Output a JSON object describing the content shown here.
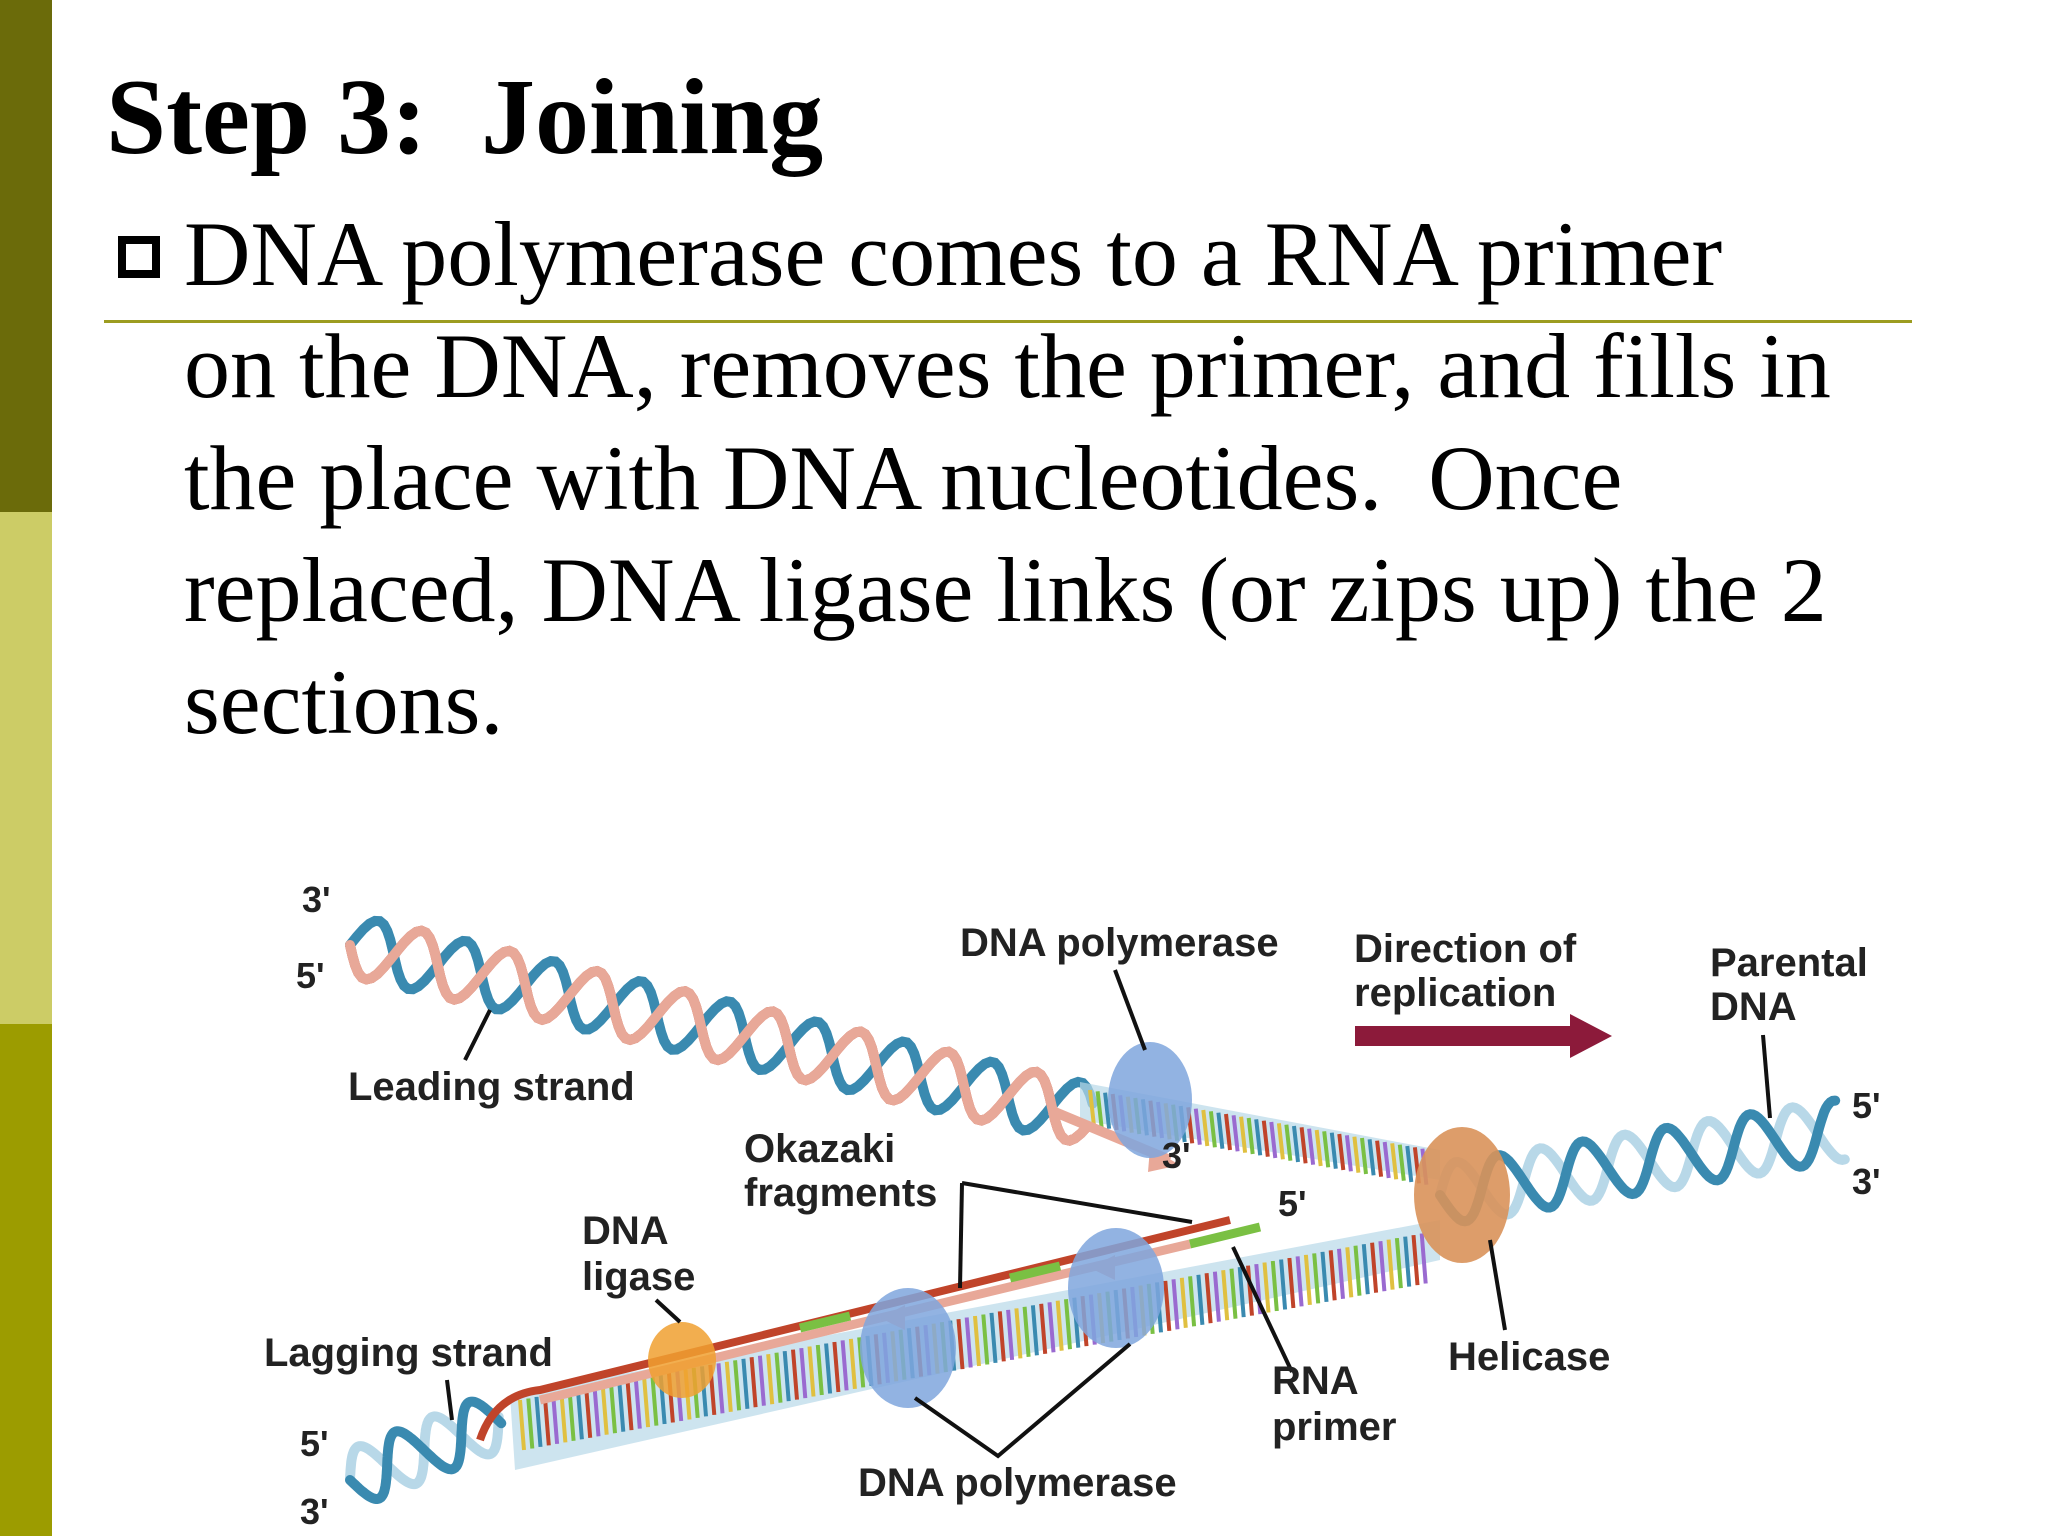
{
  "slide": {
    "title": "Step 3:  Joining",
    "bullet_lines": [
      "DNA polymerase comes to a RNA primer",
      "on the DNA, removes the primer, and fills in",
      "the place with DNA nucleotides.  Once",
      "replaced, DNA ligase links (or zips up) the 2",
      "sections."
    ]
  },
  "diagram": {
    "labels": {
      "top_3prime": "3'",
      "top_5prime": "5'",
      "leading_strand": "Leading strand",
      "dna_polymerase_top": "DNA polymerase",
      "direction_line1": "Direction of",
      "direction_line2": "replication",
      "parental_line1": "Parental",
      "parental_line2": "DNA",
      "right_5prime": "5'",
      "right_3prime": "3'",
      "leading_end_3prime": "3'",
      "okazaki_line1": "Okazaki",
      "okazaki_line2": "fragments",
      "mid_5prime": "5'",
      "ligase_line1": "DNA",
      "ligase_line2": "ligase",
      "lagging_strand": "Lagging strand",
      "helicase": "Helicase",
      "rna_line1": "RNA",
      "rna_line2": "primer",
      "dna_polymerase_bottom": "DNA polymerase",
      "bottom_5prime": "5'",
      "bottom_3prime": "3'"
    },
    "colors": {
      "strand_red": "#c0442a",
      "strand_pink": "#e8a898",
      "strand_blue": "#3a8ab0",
      "strand_lightblue": "#b8d8e8",
      "arrow": "#8c1a3a",
      "polymerase": "#7fa6dd",
      "helicase": "#d9925a",
      "ligase": "#f0a030",
      "primer_green": "#7ac043"
    }
  }
}
